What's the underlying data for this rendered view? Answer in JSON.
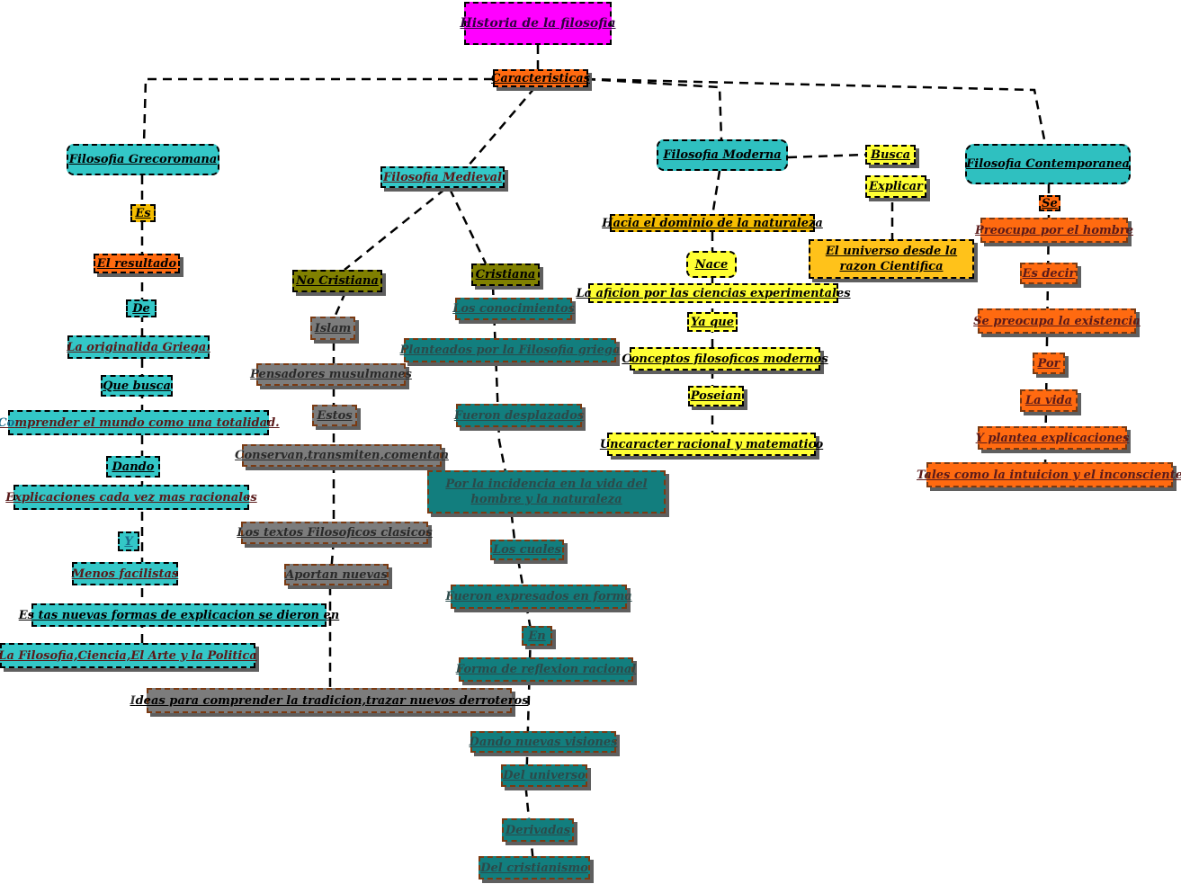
{
  "title": "Historia de la filosofia",
  "nodes": {
    "caracteristicas": "Caracteristicas",
    "greco": "Filosofia Grecoromana",
    "es": "Es",
    "el_resultado": "El resultado",
    "de": "De",
    "originalidad": "La originalida Griega.",
    "que_busca": "Que busca",
    "comprender_pre": "Co",
    "comprender_rest": "mprender el mundo como una totalidad.",
    "dando": "Dando",
    "explicaciones": "Explicaciones cada vez mas racionales",
    "y": "Y",
    "menos_facilistas": "Menos facilistas",
    "estas_nuevas": "Es tas nuevas formas de explicacion se dieron en",
    "la_filosofia_ciencia": "La Filosofia,Ciencia,El Arte y la Politica",
    "medieval": "Filosofia Medieval",
    "no_cristiana": "No Cristiana",
    "islam": "Islam",
    "pensadores": "Pensadores musulmanes",
    "estos": "Estos",
    "conservan": "Conservan,transmiten,comentan",
    "textos": "Los textos Filosoficos clasicos",
    "aportan": "Aportan nuevas",
    "ideas_pre": "I",
    "ideas_rest": "deas para comprender la tradicion,trazar nuevos derroteros",
    "cristiana": "Cristiana",
    "conocimientos": "Los conocimientos",
    "planteados": "Planteados por la Filosofia griega",
    "desplazados": "Fueron desplazados",
    "incidencia": "Por la incidencia en la vida del hombre y la naturaleza",
    "los_cuales": "Los cuales",
    "expresados": "Fueron expresados en forma",
    "en": "En",
    "forma_reflexion": "Forma de reflexion racional",
    "dando_visiones": "Dando nuevas visiones",
    "del_universo": "Del universo",
    "derivadas": "Derivadas",
    "del_cristianismo": "Del cristianismo",
    "moderna": "Filosofia Moderna",
    "hacia_dominio": "Hacia el dominio de la naturaleza",
    "nace": "Nace",
    "aficion": "La aficion por las ciencias experimentales",
    "ya_que": "Ya que",
    "conceptos": "Conceptos filosoficos modernos",
    "poseian": "Poseian",
    "uncaracter": "Uncaracter racional y matematico",
    "busca": "Busca",
    "explicar": "Explicar",
    "universo_razon": "El universo desde la razon Cientifica",
    "contemporanea": "Filosofia Contemporanea",
    "se": "Se",
    "preocupa_hombre": "Preocupa por el hombre",
    "es_decir": "Es decir",
    "preocupa_existencia": "Se preocupa la existencia",
    "por": "Por",
    "la_vida": "La vida",
    "plantea": "Y plantea explicaciones",
    "tales_como": "Tales como la intuicion y el inconsciente"
  },
  "colors": {
    "title": "#ff00ff",
    "orange": "#ff6a10",
    "cyan": "#33c7c7",
    "olive": "#808000",
    "gray": "#7c7c7c",
    "teal": "#127e7e",
    "yellow": "#ffff33",
    "gold": "#f5bd00"
  }
}
